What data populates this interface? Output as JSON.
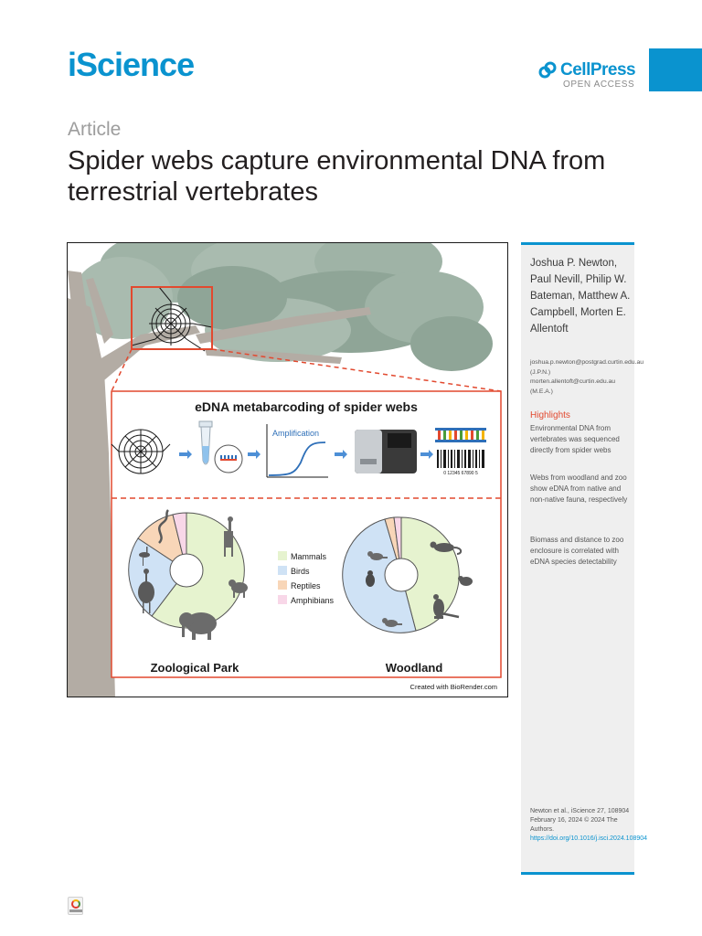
{
  "journal": {
    "name": "iScience"
  },
  "publisher": {
    "name": "CellPress",
    "access": "OPEN ACCESS"
  },
  "article": {
    "type": "Article",
    "title": "Spider webs capture environmental DNA from terrestrial vertebrates"
  },
  "graphical_abstract": {
    "heading": "eDNA metabarcoding of spider webs",
    "amplification_label": "Amplification",
    "legend": [
      {
        "label": "Mammals",
        "color": "#e6f3cf"
      },
      {
        "label": "Birds",
        "color": "#cfe2f5"
      },
      {
        "label": "Reptiles",
        "color": "#f8d6b8"
      },
      {
        "label": "Amphibians",
        "color": "#f8d7e8"
      }
    ],
    "site_left": "Zoological Park",
    "site_right": "Woodland",
    "credit": "Created with BioRender.com",
    "barcode_number": "0 12345 67890 5"
  },
  "sidebar": {
    "authors": "Joshua P. Newton, Paul Nevill, Philip W. Bateman, Matthew A. Campbell, Morten E. Allentoft",
    "emails": "joshua.p.newton@postgrad.curtin.edu.au (J.P.N.) morten.allentoft@curtin.edu.au (M.E.A.)",
    "highlights_heading": "Highlights",
    "highlights": [
      "Environmental DNA from vertebrates was sequenced directly from spider webs",
      "Webs from woodland and zoo show eDNA from native and non-native fauna, respectively",
      "Biomass and distance to zoo enclosure is correlated with eDNA species detectability"
    ],
    "citation": "Newton et al., iScience 27, 108904",
    "date": "February 16, 2024 © 2024 The Authors.",
    "doi": "https://doi.org/10.1016/j.isci.2024.108904"
  }
}
